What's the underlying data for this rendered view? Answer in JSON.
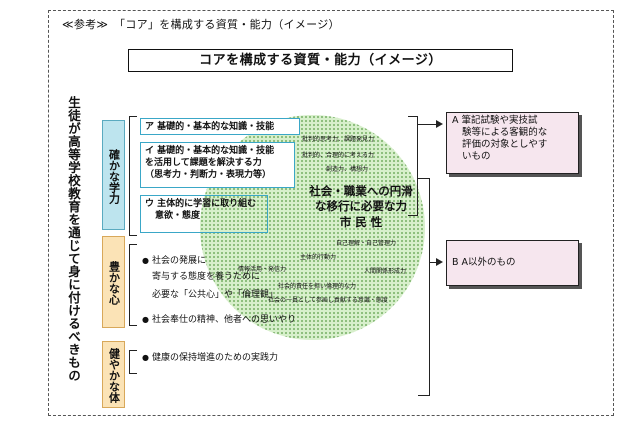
{
  "header": "≪参考≫　「コア」を構成する資質・能力（イメージ）",
  "title": "コアを構成する資質・能力（イメージ）",
  "left_vertical": "生徒が高等学校教育を通じて身に付けるべきもの",
  "categories": [
    "確かな学力",
    "豊かな心",
    "健やかな体"
  ],
  "kakukana": {
    "a": "ア 基礎的・基本的な知識・技能",
    "b_line1": "イ 基礎的・基本的な知識・技能",
    "b_line2": "を活用して課題を解決する力",
    "b_line3": "（思考力・判断力・表現力等）",
    "c_line1": "ウ 主体的に学習に取り組む",
    "c_line2": "意欲・態度"
  },
  "yutaka": {
    "line1": "社会の発展に",
    "line2": "寄与する態度を養うために",
    "line3": "必要な「公共心」や「倫理観」",
    "line4": "社会奉仕の精神、他者への思いやり"
  },
  "sukoyaka": "健康の保持増進のための実践力",
  "circle": {
    "t1": "批判的思考力、課題発見力",
    "t2": "批判的、合理的に考える力",
    "t3": "創造力、構想力",
    "big1": "社会・職業への円滑",
    "big2": "な移行に必要な力",
    "big3": "市 民 性",
    "t4": "自己理解・自己管理力",
    "t5": "主体的行動力",
    "t6": "人間関係形成力",
    "t7": "情報活用・発信力",
    "t8": "社会的責任を担い倫理的な力",
    "t9": "社会の一員として参画し貢献する意識・態度"
  },
  "right_boxes": {
    "a_line1": "A 筆記試験や実技試",
    "a_line2": "験等による客観的な",
    "a_line3": "評価の対象としやす",
    "a_line4": "いもの",
    "b": "B A以外のもの"
  }
}
